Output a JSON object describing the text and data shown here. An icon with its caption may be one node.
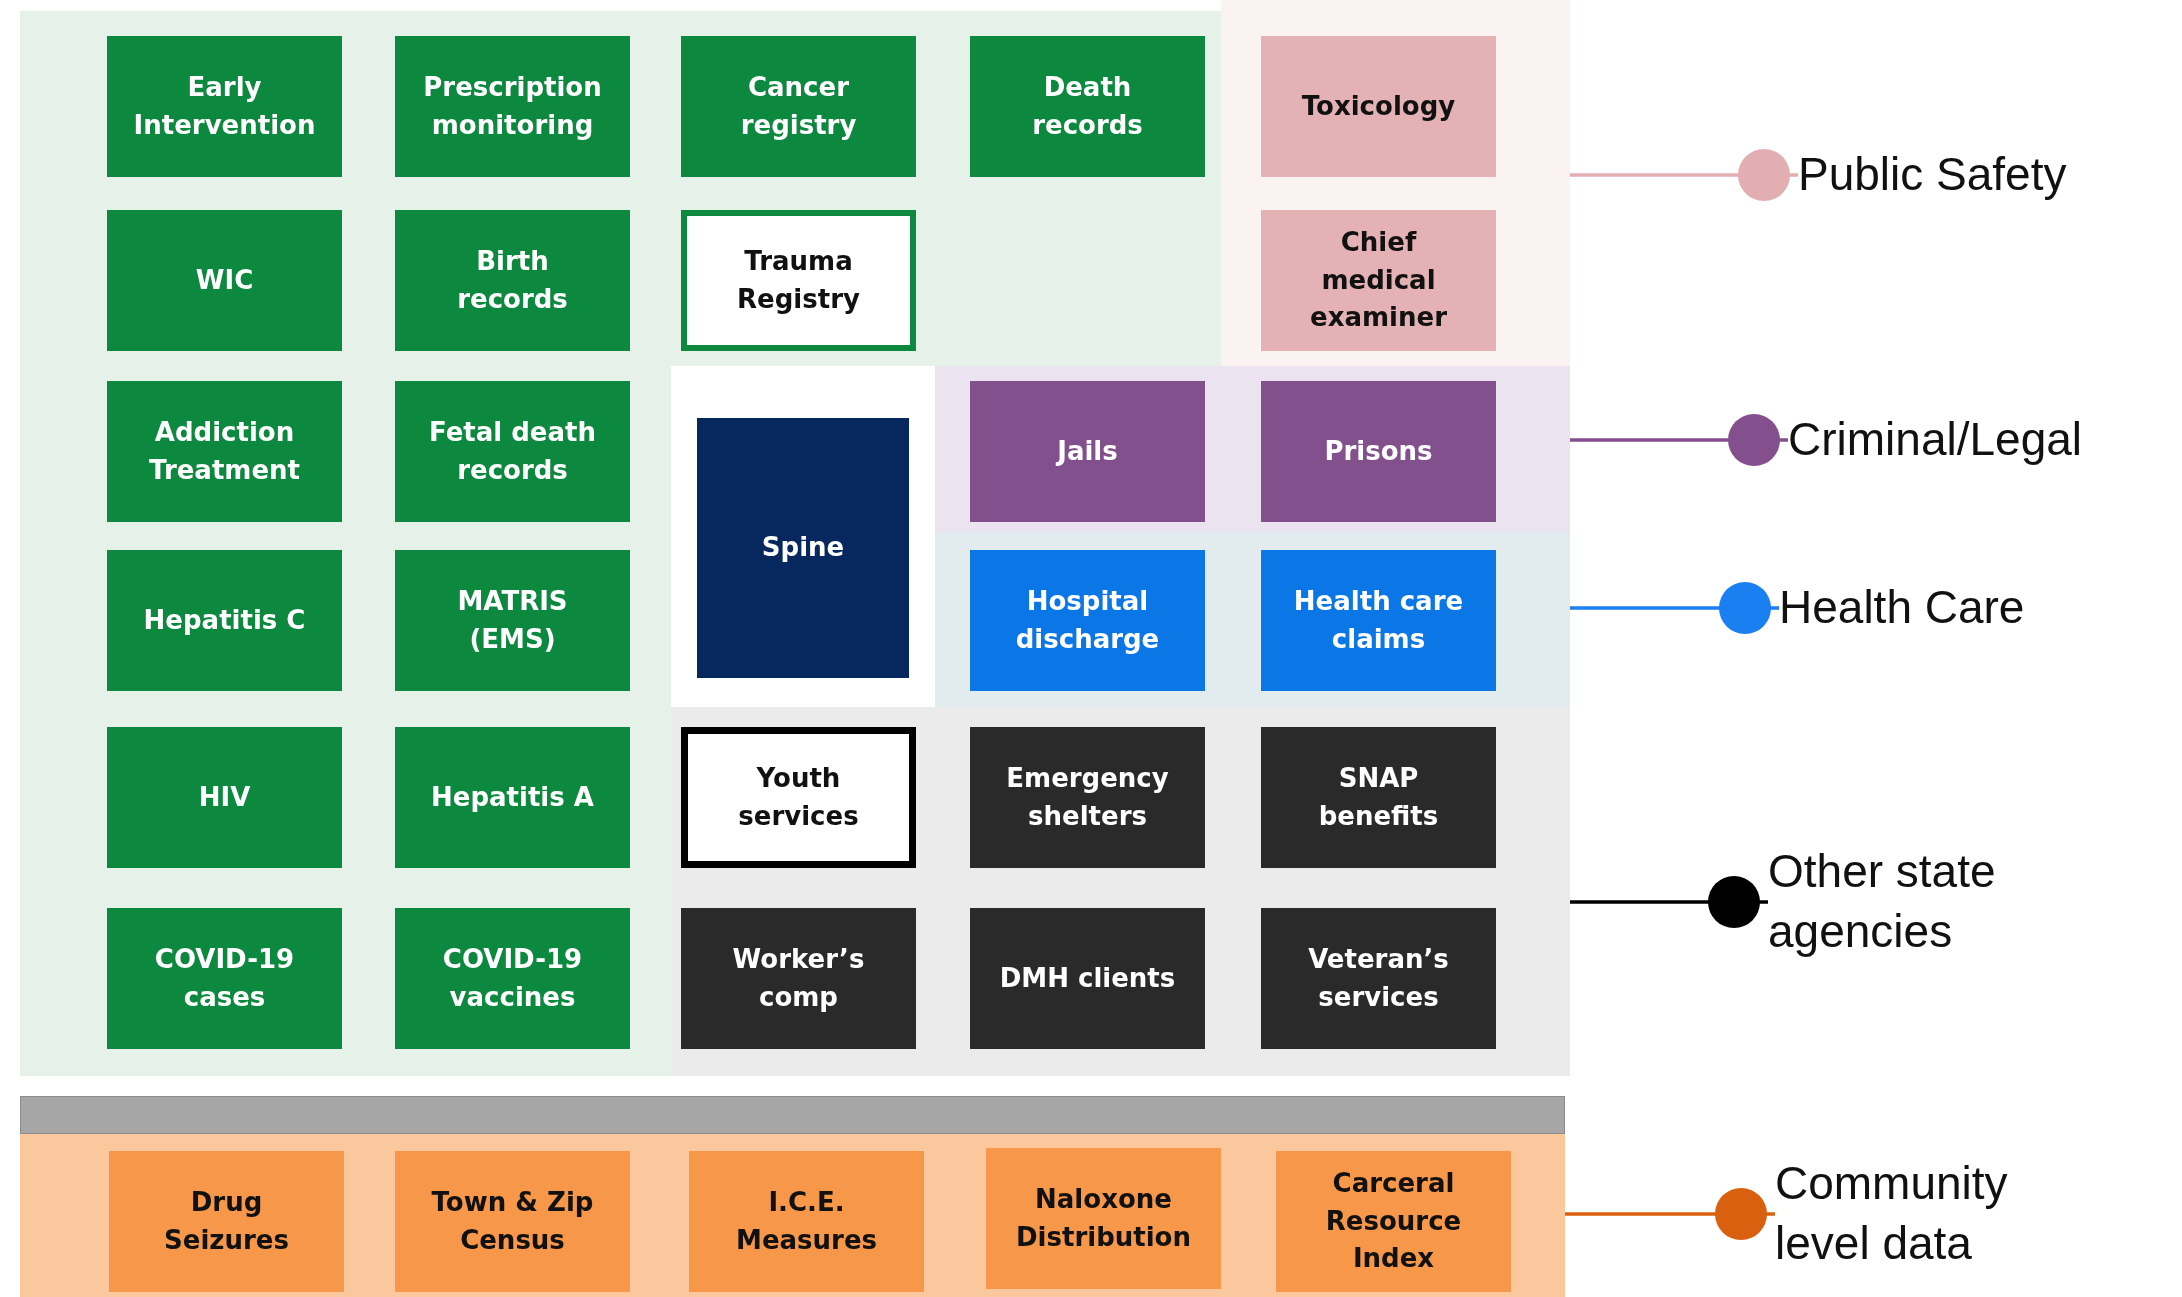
{
  "diagram": {
    "nodes": [
      {
        "text": [],
        "shape": "box"
      },
      {
        "text": [
          "Early Intervention"
        ],
        "in": 0
      },
      {
        "text": [
          "Prescription monitoring"
        ],
        "in": 0
      },
      {
        "text": [
          "Cancer registry"
        ],
        "in": 0
      },
      {
        "text": [
          "Death records"
        ],
        "in": 0
      },
      {
        "text": [
          "WIC"
        ],
        "in": 0
      },
      {
        "text": [
          "Birth records"
        ],
        "in": 0
      },
      {
        "text": [
          "Trauma Registry"
        ],
        "in": 0
      },
      {
        "text": [
          "Addiction Treatment"
        ],
        "in": 0
      },
      {
        "text": [
          "Fetal death records"
        ],
        "in": 0
      },
      {
        "text": [
          "Hepatitis C"
        ],
        "in": 0
      },
      {
        "text": [
          "MATRIS (EMS)"
        ],
        "in": 0
      },
      {
        "text": [
          "HIV"
        ],
        "in": 0
      },
      {
        "text": [
          "Hepatitis A"
        ],
        "in": 0
      },
      {
        "text": [
          "COVID-19 cases"
        ],
        "in": 0
      },
      {
        "text": [
          "COVID-19 vaccines"
        ],
        "in": 0
      },
      {
        "text": [],
        "shape": "box"
      },
      {
        "text": [
          "Toxicology"
        ],
        "in": 16
      },
      {
        "text": [
          "Chief medical examiner"
        ],
        "in": 16
      },
      {
        "text": [
          "Spine"
        ]
      },
      {
        "text": [],
        "shape": "box"
      },
      {
        "text": [
          "Jails"
        ],
        "in": 20
      },
      {
        "text": [
          "Prisons"
        ],
        "in": 20
      },
      {
        "text": [],
        "shape": "box"
      },
      {
        "text": [
          "Hospital discharge"
        ],
        "in": 23
      },
      {
        "text": [
          "Health care claims"
        ],
        "in": 23
      },
      {
        "text": [],
        "shape": "box"
      },
      {
        "text": [
          "Youth services"
        ],
        "in": 26
      },
      {
        "text": [
          "Emergency shelters"
        ],
        "in": 26
      },
      {
        "text": [
          "SNAP benefits"
        ],
        "in": 26
      },
      {
        "text": [
          "Worker’s comp"
        ],
        "in": 26
      },
      {
        "text": [
          "DMH clients"
        ],
        "in": 26
      },
      {
        "text": [
          "Veteran’s services"
        ],
        "in": 26
      },
      {
        "text": [],
        "shape": "box"
      },
      {
        "text": [
          "Drug Seizures"
        ],
        "in": 33
      },
      {
        "text": [
          "Town & Zip Census"
        ],
        "in": 33
      },
      {
        "text": [
          "I.C.E. Measures"
        ],
        "in": 33
      },
      {
        "text": [
          "Naloxone Distribution"
        ],
        "in": 33
      },
      {
        "text": [
          "Carceral Resource Index"
        ],
        "in": 33
      },
      {
        "text": [
          "Public Safety"
        ]
      },
      {
        "text": [
          "Criminal/Legal"
        ]
      },
      {
        "text": [
          "Health Care"
        ]
      },
      {
        "text": [
          "Other state agencies"
        ]
      },
      {
        "text": [
          "Community level data"
        ]
      },
      {
        "text": [],
        "shape": "bar",
        "in": 33
      }
    ],
    "edges": [
      {
        "from": 16,
        "to": 39,
        "arrow": "other",
        "color": "#e3aeb2"
      },
      {
        "from": 20,
        "to": 40,
        "arrow": "other",
        "color": "#834f8d"
      },
      {
        "from": 23,
        "to": 41,
        "arrow": "other",
        "color": "#1a7ff0"
      },
      {
        "from": 26,
        "to": 42,
        "arrow": "other",
        "color": "#000000"
      },
      {
        "from": 33,
        "to": 43,
        "arrow": "other",
        "color": "#d9600e"
      }
    ]
  }
}
